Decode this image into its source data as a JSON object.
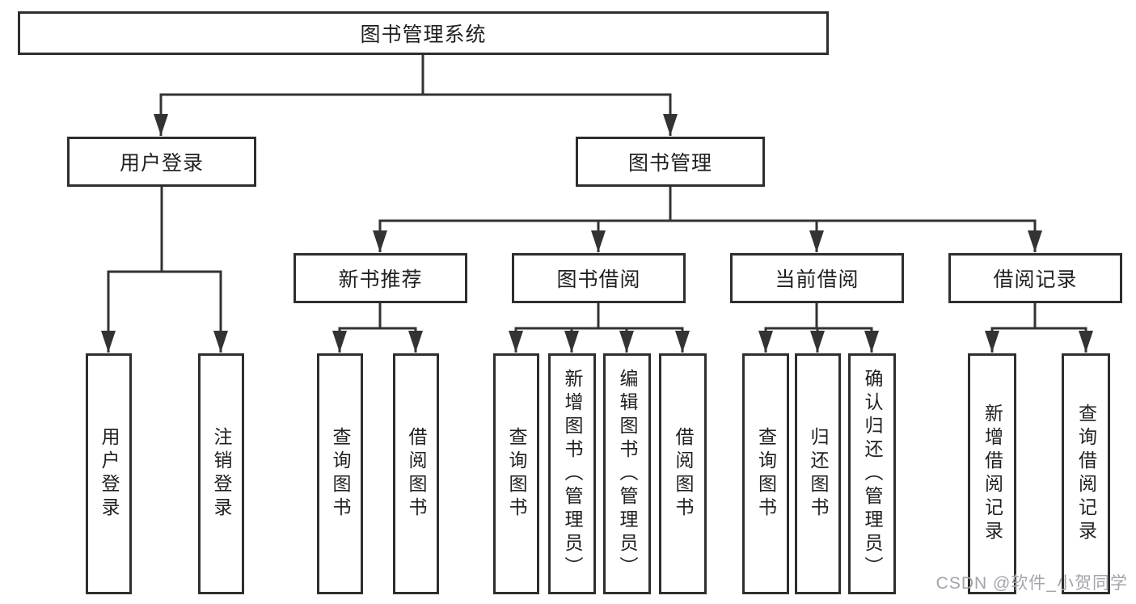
{
  "diagram": {
    "tree": {
      "label": "图书管理系统",
      "children": [
        {
          "label": "用户登录",
          "children": [
            {
              "label": "用户登录"
            },
            {
              "label": "注销登录"
            }
          ]
        },
        {
          "label": "图书管理",
          "children": [
            {
              "label": "新书推荐",
              "children": [
                {
                  "label": "查询图书"
                },
                {
                  "label": "借阅图书"
                }
              ]
            },
            {
              "label": "图书借阅",
              "children": [
                {
                  "label": "查询图书"
                },
                {
                  "label": "新增图书（管理员）"
                },
                {
                  "label": "编辑图书（管理员）"
                },
                {
                  "label": "借阅图书"
                }
              ]
            },
            {
              "label": "当前借阅",
              "children": [
                {
                  "label": "查询图书"
                },
                {
                  "label": "归还图书"
                },
                {
                  "label": "确认归还（管理员）"
                }
              ]
            },
            {
              "label": "借阅记录",
              "children": [
                {
                  "label": "新增借阅记录"
                },
                {
                  "label": "查询借阅记录"
                }
              ]
            }
          ]
        }
      ]
    }
  },
  "watermark": {
    "text": "CSDN @软件_小贺同学"
  },
  "colors": {
    "line": "#333333",
    "box_border": "#2e2e2e",
    "text": "#1f1f1f",
    "watermark": "#a3a3ab",
    "background": "#ffffff"
  }
}
